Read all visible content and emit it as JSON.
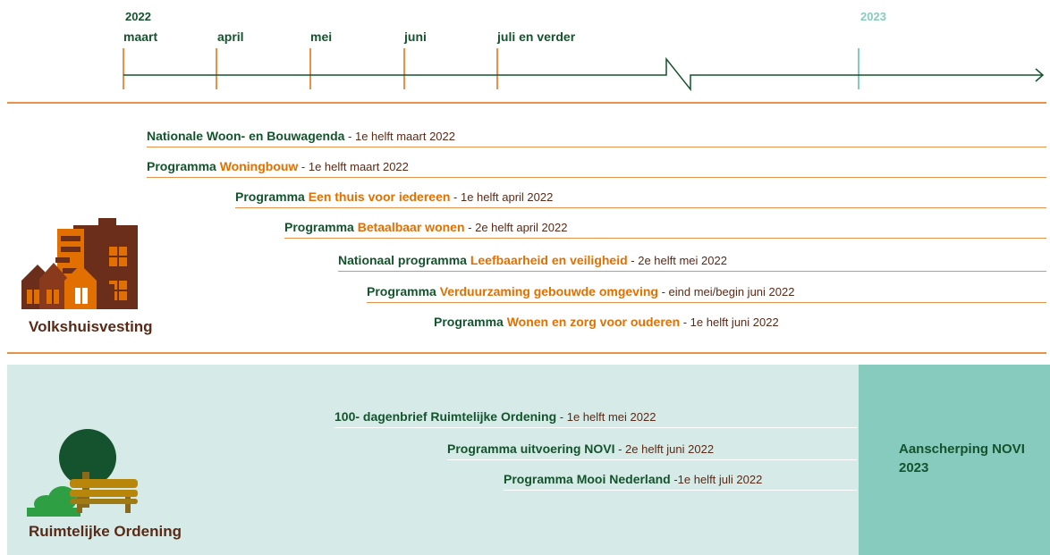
{
  "timeline": {
    "year_start": "2022",
    "year_end": "2023",
    "months": [
      "maart",
      "april",
      "mei",
      "juni",
      "juli en verder"
    ]
  },
  "volkshuisvesting": {
    "label": "Volkshuisvesting",
    "rows": [
      {
        "prefix": "Nationale Woon- en Bouwagenda",
        "highlight": "",
        "suffix": " - 1e helft maart 2022"
      },
      {
        "prefix": "Programma ",
        "highlight": "Woningbouw",
        "suffix": "  - 1e helft maart 2022"
      },
      {
        "prefix": "Programma ",
        "highlight": "Een thuis voor iedereen",
        "suffix": " - 1e helft april 2022"
      },
      {
        "prefix": "Programma ",
        "highlight": "Betaalbaar wonen",
        "suffix": " -  2e helft april 2022"
      },
      {
        "prefix": "Nationaal programma ",
        "highlight": "Leefbaarheid en veiligheid",
        "suffix": " - 2e helft mei 2022"
      },
      {
        "prefix": "Programma ",
        "highlight": "Verduurzaming gebouwde omgeving",
        "suffix": " - eind mei/begin juni 2022"
      },
      {
        "prefix": "Programma ",
        "highlight": "Wonen en zorg voor ouderen",
        "suffix": " - 1e helft juni 2022"
      }
    ]
  },
  "ruimtelijke_ordening": {
    "label": "Ruimtelijke Ordening",
    "rows": [
      {
        "prefix": "100- dagenbrief Ruimtelijke Ordening",
        "suffix": " - 1e helft mei 2022"
      },
      {
        "prefix": "Programma uitvoering NOVI",
        "suffix": " - 2e helft juni 2022"
      },
      {
        "prefix": "Programma Mooi Nederland",
        "suffix": " -1e helft juli 2022"
      }
    ],
    "box_text": "Aanscherping NOVI 2023"
  },
  "colors": {
    "green": "#14532d",
    "orange": "#e17000",
    "brown": "#5a2a17",
    "band": "#d6ebe7",
    "box": "#86cbbd"
  }
}
